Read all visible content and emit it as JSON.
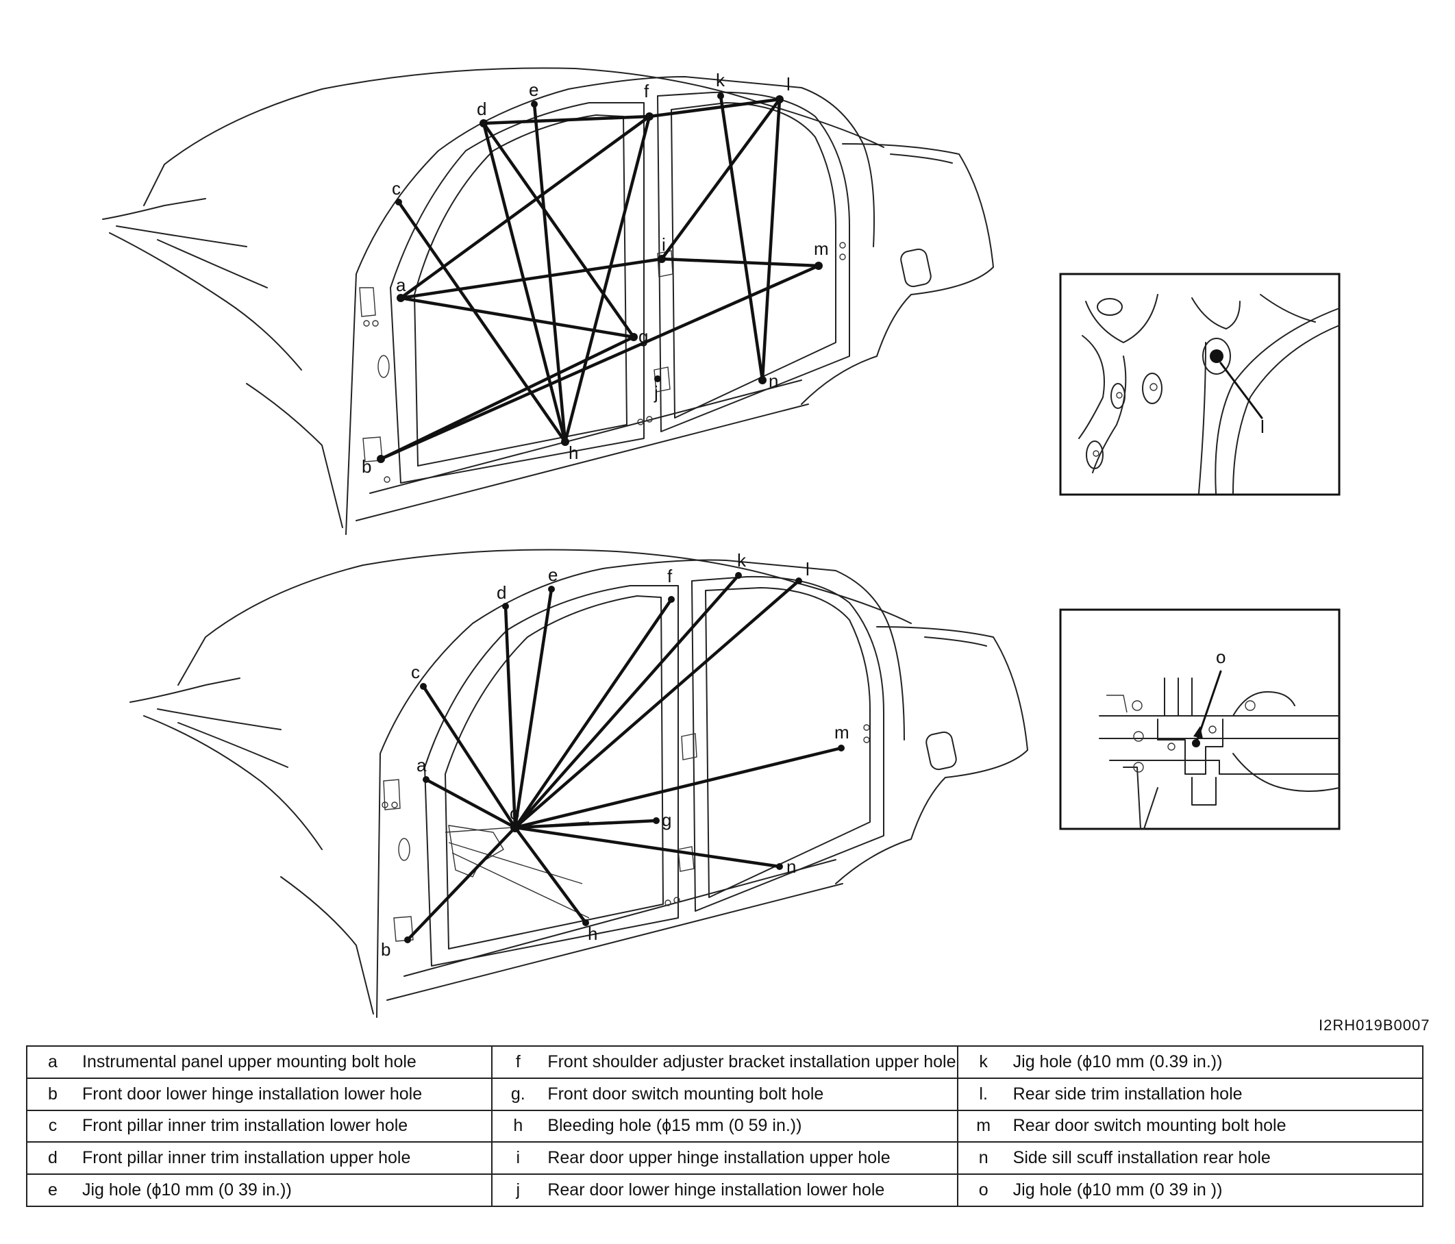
{
  "figure_code": "I2RH019B0007",
  "points": {
    "a": "a",
    "b": "b",
    "c": "c",
    "d": "d",
    "e": "e",
    "f": "f",
    "g": "g",
    "h": "h",
    "i": "i",
    "j": "j",
    "k": "k",
    "l": "l",
    "m": "m",
    "n": "n",
    "o": "o"
  },
  "inset_callouts": {
    "top": "l",
    "bottom": "o"
  },
  "legend": [
    [
      {
        "key": "a",
        "text": "Instrumental panel upper mounting bolt hole"
      },
      {
        "key": "f",
        "text": "Front shoulder adjuster bracket installation upper hole"
      },
      {
        "key": "k",
        "text": "Jig hole (ϕ10 mm (0.39 in.))"
      }
    ],
    [
      {
        "key": "b",
        "text": "Front door lower hinge installation lower hole"
      },
      {
        "key": "g.",
        "text": "Front door switch mounting bolt hole"
      },
      {
        "key": "l.",
        "text": "Rear side trim installation hole"
      }
    ],
    [
      {
        "key": "c",
        "text": "Front pillar inner trim installation lower hole"
      },
      {
        "key": "h",
        "text": "Bleeding hole (ϕ15 mm (0 59 in.))"
      },
      {
        "key": "m",
        "text": "Rear door switch mounting bolt hole"
      }
    ],
    [
      {
        "key": "d",
        "text": "Front pillar inner trim installation upper hole"
      },
      {
        "key": "i",
        "text": "Rear door upper hinge installation upper hole"
      },
      {
        "key": "n",
        "text": "Side sill scuff installation rear hole"
      }
    ],
    [
      {
        "key": "e",
        "text": "Jig hole (ϕ10 mm (0 39 in.))"
      },
      {
        "key": "j",
        "text": "Rear door lower hinge installation lower hole"
      },
      {
        "key": "o",
        "text": "Jig hole (ϕ10 mm (0 39 in ))"
      }
    ]
  ]
}
